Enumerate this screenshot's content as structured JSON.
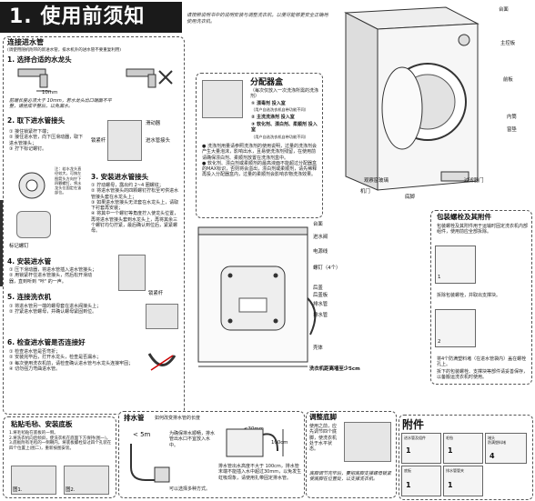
{
  "page": {
    "title": "1. 使用前须知",
    "lead": "请按照说明书中的说明安装与调整洗衣机，以便尽能够更安全正确地使用洗衣机。"
  },
  "connect_hose": {
    "heading": "连接进水管",
    "note": "(调使用随机附带的新进水管，排水机外的进水管不要重复利用)",
    "step1_title": "1. 选择合适的水龙头",
    "step1_text": "前端长度必须大于 10mm，若水龙头出口端面不平整，请挫成平整后，以免漏水。",
    "dim_label": "10mm",
    "step2_title": "2. 取下进水管接头",
    "step2_text": "① 接住锁紧杆下端；\n② 接住进水管，向下压滑动器，取下进水管接头；\n③ 拧下标记螺钉。",
    "step2_labels": [
      "滑动器",
      "进水管接头",
      "锁紧杆",
      "标记螺钉"
    ],
    "step2_note": "注：若水龙头直径较大，可按左图箭头方向拧下四颗螺钉，将水龙头位固定在该部位。",
    "step3_title": "3. 安装进水管接头",
    "step3_text": "① 拧动螺母，露出约 2~4 圈螺纹；\n② 将进水管接头的四颗螺钉拧松至可供进水管接头套在水龙头上；\n③ 如果进水管接头无法套在水龙头上，请取下衬套再安装；\n④ 将其中一个螺钉等角度拧入使龙头位置，再将进水管接头套到水龙头上，再将其余三个螺钉均匀拧紧，最后确认到位后，紧紧螺母。",
    "step3_labels": [
      "螺母",
      "标记螺钉",
      "衬套"
    ],
    "step4_title": "4. 安装进水管",
    "step4_text": "① 压下滑动器，将进水管插入进水管接头；\n② 用锁紧杆住进水管接头，然后松开滑动器，直到听到 \"咔\" 的一声。",
    "step4_labels": [
      "锁紧杆"
    ],
    "step5_title": "5. 连接洗衣机",
    "step5_text": "① 将进水管另一端的螺母套在进水阀接头上；\n② 拧紧进水管螺母，并确认螺母紧固到位。",
    "step6_title": "6. 检查进水管是否连接好",
    "step6_text": "① 检查进水管是否弯折；\n② 安装完毕后，打开水龙头，检查是否漏水；\n③ 每次使用洗衣机前，请检查确认进水管与水龙头连接牢固；\n④ 切勿强力弯曲进水管。"
  },
  "dispenser": {
    "title": "分配器盒",
    "subtitle": "（每次仅放入一次洗涤所需的洗涤剂）",
    "items": [
      "① 漂毒剂 投入室",
      "（用户自选洗衣机自带功能不同）",
      "② 主洗洗涤剂 投入室",
      "③ 软化剂、漂白剂、柔顺剂 投入室",
      "（用户自选洗衣机自带功能不同）"
    ],
    "notes": "● 洗涤剂用量请参照洗涤剂的使用说明，过量的洗涤剂会产生大量泡沫，影响出水，且易使洗涤剂残留，在使用前请确保漂白剂、柔顺剂放置在洗涤剂盒中。\n● 软化剂、漂白剂或柔顺剂的最高液面不能超过分配器盒的MAX标识，否则将会溢出，漂白剂或柔顺剂，请先稀释再投入分配器盒内，过量的柔顺剂会影响衣物洗涤效果。"
  },
  "front_view": {
    "labels": [
      "台面",
      "主控板",
      "前板",
      "内筒",
      "窗垫",
      "观察窗玻璃",
      "机门",
      "过滤器门",
      "底脚"
    ]
  },
  "rear_view": {
    "labels": [
      "台面",
      "进水阀",
      "电源线",
      "螺钉（4个）",
      "后盖",
      "后盖板",
      "排水管",
      "排水管",
      "壳体"
    ],
    "bottom_label": "洗衣机距离墙至少5cm"
  },
  "packing": {
    "title": "包装螺栓及其附件",
    "text1": "包装螺栓及其附件用于运输时固定洗衣机内部组件，使用前应全部拆除。",
    "text2": "拆除包装螺栓，并取出支撑块。",
    "text3": "将4个防满塑料堵（在进水管袋内）盖在螺栓孔上。",
    "text4": "拆下的包装螺栓、支撑块等部件请妥善保存，以备搬运洗衣机时使用。",
    "fig_nums": [
      "1",
      "2"
    ]
  },
  "drain": {
    "title": "排水管",
    "subtitle": "如何改变排水管的长度",
    "label_len": "< 5m",
    "text1": "为确保排水顺畅，排水管出水口不宜放入水中。",
    "text2": "可以选择多种方式。",
    "text3": "排水管出水高度不大于 100cm，排水管末端不能插入水中超过30mm，以免发生虹吸现象，请使用扎带固定排水管。",
    "dim": "≤30mm",
    "height": "100cm"
  },
  "adjust_feet": {
    "title": "调整底脚",
    "text": "使用之前，应先调节四个底脚，使洗衣机处于水平状态。",
    "note": "底脚调节完毕后，要把底脚支撑螺母锁紧使底脚在位置处，以支撑洗衣机。"
  },
  "cleanup": {
    "title": "粘贴毛毡、安装底板",
    "text": "1.将毛毡贴在底板的一侧。\n2.将洗衣机向后倾斜，使洗衣机在底面下方保持(图一)。\n3.底板附有毛毡的一侧朝内，将底板螺栓穿过四个孔装在四个位置上(图二)，重新按图安装。",
    "figs": [
      "图1.",
      "图2."
    ]
  },
  "accessories": {
    "title": "附件",
    "items": [
      {
        "name": "进水管及组件",
        "qty": "1"
      },
      {
        "name": "毛毡",
        "qty": "1"
      },
      {
        "name": "堵头\n防满塑料堵",
        "qty": "4"
      },
      {
        "name": "底板",
        "qty": "1"
      },
      {
        "name": "排水管管夹",
        "qty": "1"
      }
    ]
  }
}
